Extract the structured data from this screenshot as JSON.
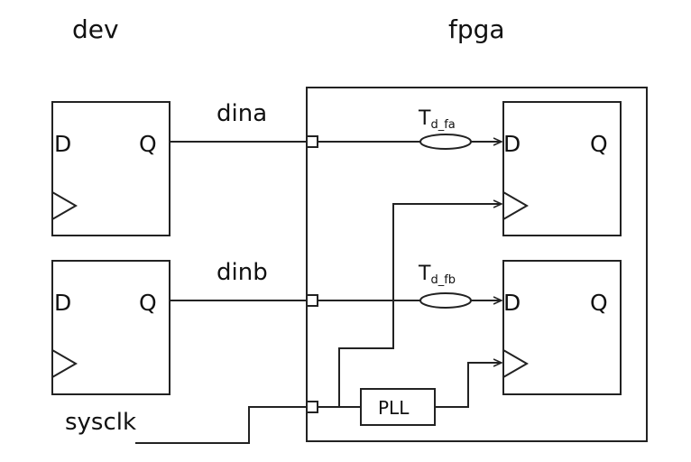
{
  "labels": {
    "dev": "dev",
    "fpga": "fpga",
    "dina": "dina",
    "dinb": "dinb",
    "sysclk": "sysclk",
    "pll": "PLL",
    "td_fa_main": "T",
    "td_fa_sub": "d_fa",
    "td_fb_main": "T",
    "td_fb_sub": "d_fb"
  },
  "flipflops": [
    {
      "id": "dev-ff-a",
      "d": "D",
      "q": "Q"
    },
    {
      "id": "dev-ff-b",
      "d": "D",
      "q": "Q"
    },
    {
      "id": "fpga-ff-a",
      "d": "D",
      "q": "Q"
    },
    {
      "id": "fpga-ff-b",
      "d": "D",
      "q": "Q"
    }
  ]
}
